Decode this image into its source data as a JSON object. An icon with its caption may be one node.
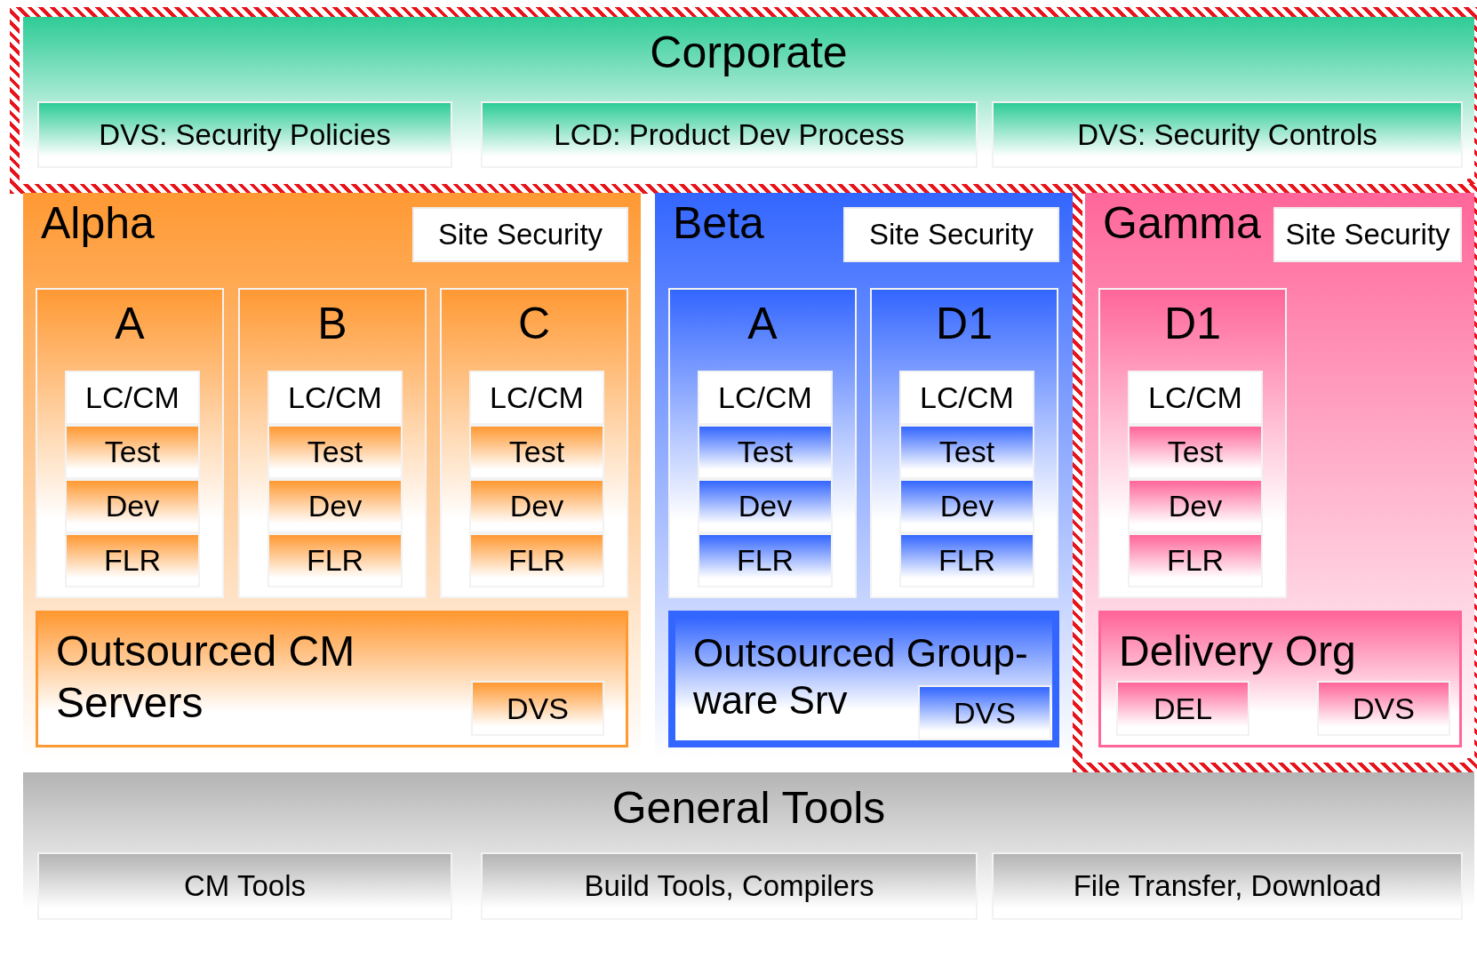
{
  "diagram": {
    "nodes": [
      {
        "text": [
          "Corporate"
        ]
      },
      {
        "text": [
          "DVS: Security Policies"
        ],
        "in": 0
      },
      {
        "text": [
          "LCD: Product Dev Process"
        ],
        "in": 0
      },
      {
        "text": [
          "DVS: Security Controls"
        ],
        "in": 0
      },
      {
        "text": [
          "Alpha"
        ]
      },
      {
        "text": [
          "Site Security"
        ],
        "in": 4
      },
      {
        "text": [
          "A"
        ],
        "in": 4
      },
      {
        "text": [
          "LC/CM"
        ],
        "in": 6
      },
      {
        "text": [
          "Test"
        ],
        "in": 6
      },
      {
        "text": [
          "Dev"
        ],
        "in": 6
      },
      {
        "text": [
          "FLR"
        ],
        "in": 6
      },
      {
        "text": [
          "B"
        ],
        "in": 4
      },
      {
        "text": [
          "LC/CM"
        ],
        "in": 11
      },
      {
        "text": [
          "Test"
        ],
        "in": 11
      },
      {
        "text": [
          "Dev"
        ],
        "in": 11
      },
      {
        "text": [
          "FLR"
        ],
        "in": 11
      },
      {
        "text": [
          "C"
        ],
        "in": 4
      },
      {
        "text": [
          "LC/CM"
        ],
        "in": 16
      },
      {
        "text": [
          "Test"
        ],
        "in": 16
      },
      {
        "text": [
          "Dev"
        ],
        "in": 16
      },
      {
        "text": [
          "FLR"
        ],
        "in": 16
      },
      {
        "text": [
          "Outsourced CM Servers"
        ],
        "in": 4
      },
      {
        "text": [
          "DVS"
        ],
        "in": 21
      },
      {
        "text": [
          "Beta"
        ]
      },
      {
        "text": [
          "Site Security"
        ],
        "in": 23
      },
      {
        "text": [
          "A"
        ],
        "in": 23
      },
      {
        "text": [
          "LC/CM"
        ],
        "in": 25
      },
      {
        "text": [
          "Test"
        ],
        "in": 25
      },
      {
        "text": [
          "Dev"
        ],
        "in": 25
      },
      {
        "text": [
          "FLR"
        ],
        "in": 25
      },
      {
        "text": [
          "D1"
        ],
        "in": 23
      },
      {
        "text": [
          "LC/CM"
        ],
        "in": 30
      },
      {
        "text": [
          "Test"
        ],
        "in": 30
      },
      {
        "text": [
          "Dev"
        ],
        "in": 30
      },
      {
        "text": [
          "FLR"
        ],
        "in": 30
      },
      {
        "text": [
          "Outsourced Group-ware Srv"
        ],
        "in": 23
      },
      {
        "text": [
          "DVS"
        ],
        "in": 35
      },
      {
        "text": [
          "Gamma"
        ]
      },
      {
        "text": [
          "Site Security"
        ],
        "in": 37
      },
      {
        "text": [
          "D1"
        ],
        "in": 37
      },
      {
        "text": [
          "LC/CM"
        ],
        "in": 39
      },
      {
        "text": [
          "Test"
        ],
        "in": 39
      },
      {
        "text": [
          "Dev"
        ],
        "in": 39
      },
      {
        "text": [
          "FLR"
        ],
        "in": 39
      },
      {
        "text": [
          "Delivery Org"
        ],
        "in": 37
      },
      {
        "text": [
          "DEL"
        ],
        "in": 44
      },
      {
        "text": [
          "DVS"
        ],
        "in": 44
      },
      {
        "text": [
          "General Tools"
        ]
      },
      {
        "text": [
          "CM Tools"
        ],
        "in": 47
      },
      {
        "text": [
          "Build Tools, Compilers"
        ],
        "in": 47
      },
      {
        "text": [
          "File Transfer, Download"
        ],
        "in": 47
      }
    ]
  }
}
